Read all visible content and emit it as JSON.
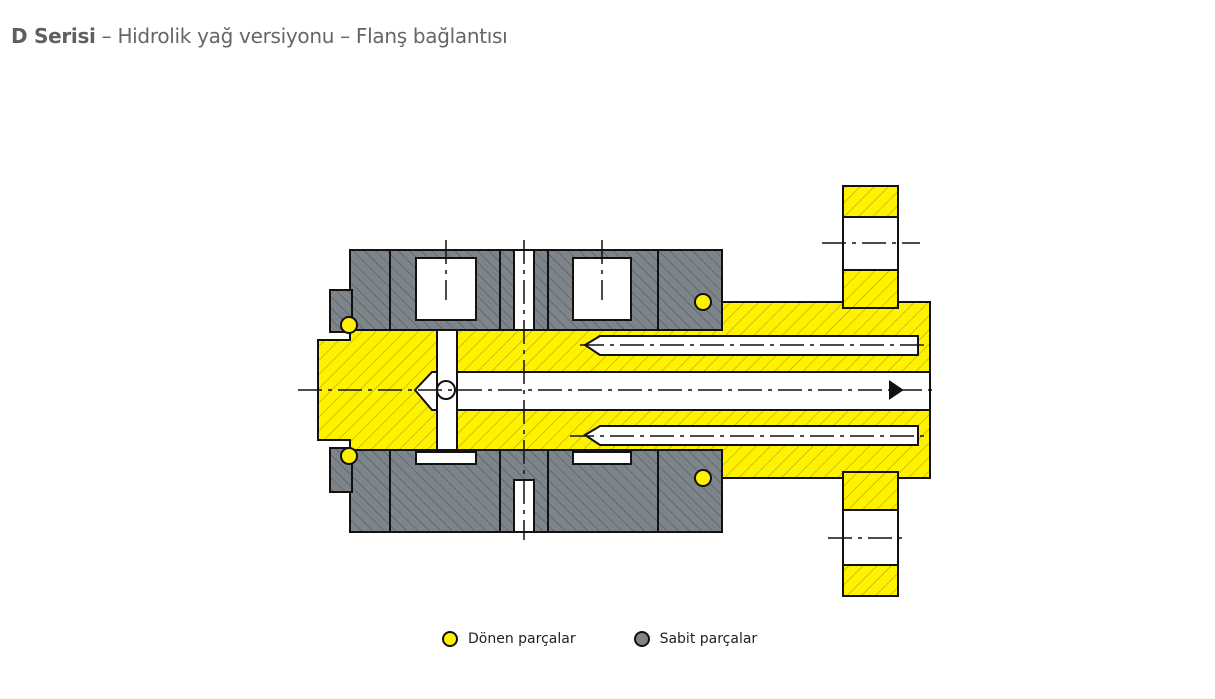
{
  "title": {
    "bold": "D Serisi",
    "rest": " – Hidrolik yağ versiyonu – Flanş bağlantısı"
  },
  "legend": [
    {
      "label": "Dönen parçalar",
      "color": "#fff200"
    },
    {
      "label": "Sabit parçalar",
      "color": "#7d848a"
    }
  ]
}
